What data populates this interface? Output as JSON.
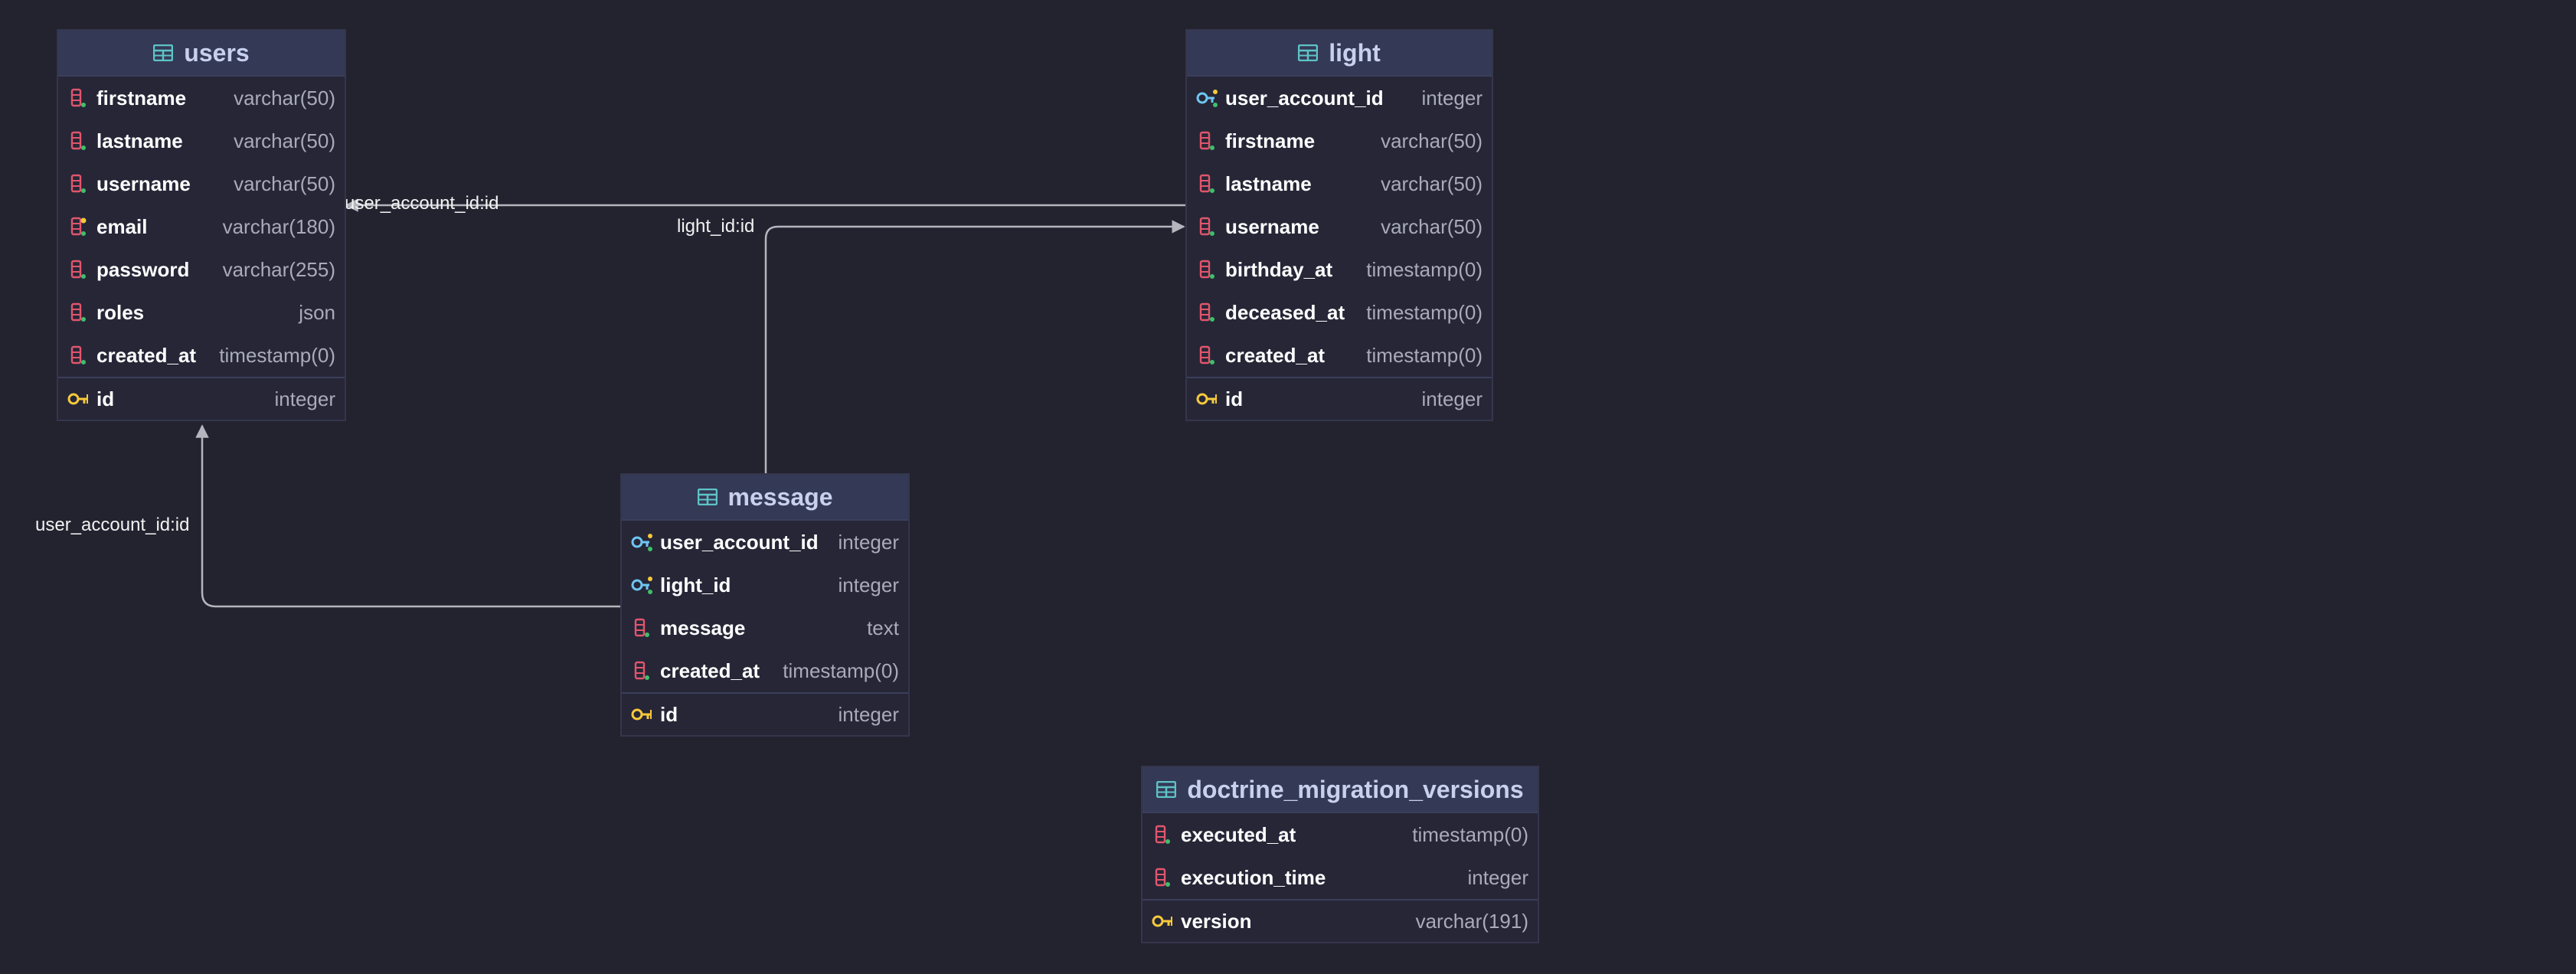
{
  "tables": [
    {
      "key": "users",
      "name": "users",
      "columns": [
        {
          "name": "firstname",
          "type": "varchar(50)",
          "icon": "column-icon"
        },
        {
          "name": "lastname",
          "type": "varchar(50)",
          "icon": "column-icon"
        },
        {
          "name": "username",
          "type": "varchar(50)",
          "icon": "column-icon"
        },
        {
          "name": "email",
          "type": "varchar(180)",
          "icon": "unique-column-icon"
        },
        {
          "name": "password",
          "type": "varchar(255)",
          "icon": "column-icon"
        },
        {
          "name": "roles",
          "type": "json",
          "icon": "column-icon"
        },
        {
          "name": "created_at",
          "type": "timestamp(0)",
          "icon": "column-icon"
        }
      ],
      "primary": {
        "name": "id",
        "type": "integer",
        "icon": "primary-key-icon"
      }
    },
    {
      "key": "light",
      "name": "light",
      "columns": [
        {
          "name": "user_account_id",
          "type": "integer",
          "icon": "foreign-key-icon"
        },
        {
          "name": "firstname",
          "type": "varchar(50)",
          "icon": "column-icon"
        },
        {
          "name": "lastname",
          "type": "varchar(50)",
          "icon": "column-icon"
        },
        {
          "name": "username",
          "type": "varchar(50)",
          "icon": "column-icon"
        },
        {
          "name": "birthday_at",
          "type": "timestamp(0)",
          "icon": "column-icon"
        },
        {
          "name": "deceased_at",
          "type": "timestamp(0)",
          "icon": "column-icon"
        },
        {
          "name": "created_at",
          "type": "timestamp(0)",
          "icon": "column-icon"
        }
      ],
      "primary": {
        "name": "id",
        "type": "integer",
        "icon": "primary-key-icon"
      }
    },
    {
      "key": "message",
      "name": "message",
      "columns": [
        {
          "name": "user_account_id",
          "type": "integer",
          "icon": "foreign-key-icon"
        },
        {
          "name": "light_id",
          "type": "integer",
          "icon": "foreign-key-icon"
        },
        {
          "name": "message",
          "type": "text",
          "icon": "column-icon"
        },
        {
          "name": "created_at",
          "type": "timestamp(0)",
          "icon": "column-icon"
        }
      ],
      "primary": {
        "name": "id",
        "type": "integer",
        "icon": "primary-key-icon"
      }
    },
    {
      "key": "doctrine_migration_versions",
      "name": "doctrine_migration_versions",
      "columns": [
        {
          "name": "executed_at",
          "type": "timestamp(0)",
          "icon": "column-icon"
        },
        {
          "name": "execution_time",
          "type": "integer",
          "icon": "column-icon"
        }
      ],
      "primary": {
        "name": "version",
        "type": "varchar(191)",
        "icon": "primary-key-icon"
      }
    }
  ],
  "relations": [
    {
      "from": "light",
      "to": "users",
      "label": "user_account_id:id"
    },
    {
      "from": "message",
      "to": "light",
      "label": "light_id:id"
    },
    {
      "from": "message",
      "to": "users",
      "label": "user_account_id:id"
    }
  ],
  "colors": {
    "background": "#23222f",
    "table_body": "#262637",
    "table_header": "#343a56",
    "edge": "#b5b5bd",
    "column_icon": "#e0566c",
    "primary_key_icon": "#f6c93b",
    "foreign_key_icon": "#6ec6f0",
    "table_icon": "#5fc3c8"
  }
}
